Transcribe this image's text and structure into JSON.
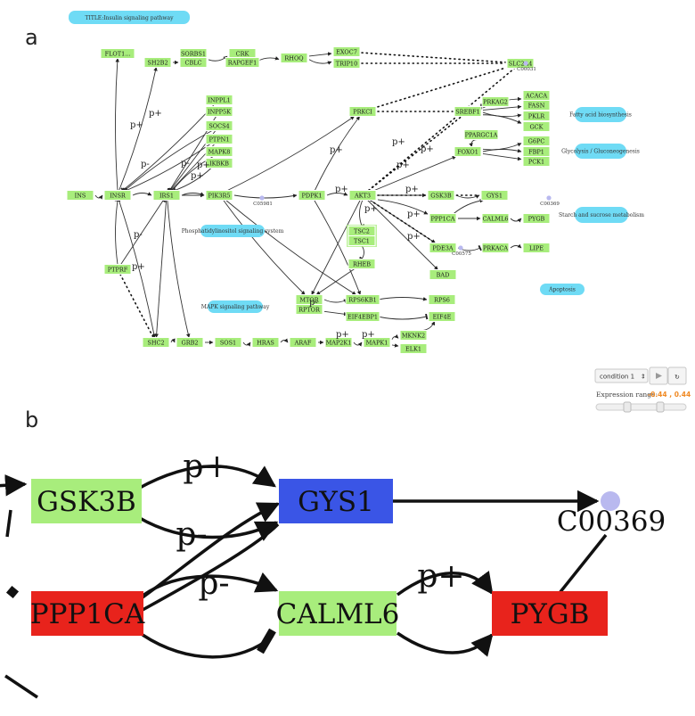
{
  "panel_a": {
    "label": "a",
    "title_pill": "TITLE:Insulin signaling pathway",
    "nodes": [
      {
        "id": "FLOT1",
        "label": "FLOT1..."
      },
      {
        "id": "SH2B2",
        "label": "SH2B2"
      },
      {
        "id": "SORBS1",
        "label": "SORBS1"
      },
      {
        "id": "CBLC",
        "label": "CBLC"
      },
      {
        "id": "CRK",
        "label": "CRK"
      },
      {
        "id": "RAPGEF1",
        "label": "RAPGEF1"
      },
      {
        "id": "RHOQ",
        "label": "RHOQ"
      },
      {
        "id": "EXOC7",
        "label": "EXOC7"
      },
      {
        "id": "TRIP10",
        "label": "TRIP10"
      },
      {
        "id": "SLC2A4",
        "label": "SLC2A4"
      },
      {
        "id": "INPPL1",
        "label": "INPPL1"
      },
      {
        "id": "INPP5K",
        "label": "INPP5K"
      },
      {
        "id": "SOCS4",
        "label": "SOCS4"
      },
      {
        "id": "PTPN1",
        "label": "PTPN1"
      },
      {
        "id": "MAPK8",
        "label": "MAPK8"
      },
      {
        "id": "IKBKB",
        "label": "IKBKB"
      },
      {
        "id": "PRKCI",
        "label": "PRKCI"
      },
      {
        "id": "SREBF1",
        "label": "SREBF1"
      },
      {
        "id": "PRKAG2",
        "label": "PRKAG2"
      },
      {
        "id": "ACACA",
        "label": "ACACA"
      },
      {
        "id": "FASN",
        "label": "FASN"
      },
      {
        "id": "PKLR",
        "label": "PKLR"
      },
      {
        "id": "GCK",
        "label": "GCK"
      },
      {
        "id": "PPARGC1A",
        "label": "PPARGC1A"
      },
      {
        "id": "FOXO1",
        "label": "FOXO1"
      },
      {
        "id": "G6PC",
        "label": "G6PC"
      },
      {
        "id": "FBP1",
        "label": "FBP1"
      },
      {
        "id": "PCK1",
        "label": "PCK1"
      },
      {
        "id": "INS",
        "label": "INS"
      },
      {
        "id": "INSR",
        "label": "INSR"
      },
      {
        "id": "IRS1",
        "label": "IRS1"
      },
      {
        "id": "PIK3R5",
        "label": "PIK3R5"
      },
      {
        "id": "PDPK1",
        "label": "PDPK1"
      },
      {
        "id": "AKT3",
        "label": "AKT3"
      },
      {
        "id": "GSK3B",
        "label": "GSK3B"
      },
      {
        "id": "GYS1",
        "label": "GYS1"
      },
      {
        "id": "PPP1CA",
        "label": "PPP1CA"
      },
      {
        "id": "CALML6",
        "label": "CALML6"
      },
      {
        "id": "PYGB",
        "label": "PYGB"
      },
      {
        "id": "TSC2",
        "label": "TSC2"
      },
      {
        "id": "TSC1",
        "label": "TSC1"
      },
      {
        "id": "PDE3A",
        "label": "PDE3A"
      },
      {
        "id": "PRKACA",
        "label": "PRKACA"
      },
      {
        "id": "LIPE",
        "label": "LIPE"
      },
      {
        "id": "RHEB",
        "label": "RHEB"
      },
      {
        "id": "BAD",
        "label": "BAD"
      },
      {
        "id": "PTPRF",
        "label": "PTPRF"
      },
      {
        "id": "MTOR",
        "label": "MTOR"
      },
      {
        "id": "RPTOR",
        "label": "RPTOR"
      },
      {
        "id": "RPS6KB1",
        "label": "RPS6KB1"
      },
      {
        "id": "RPS6",
        "label": "RPS6"
      },
      {
        "id": "EIF4EBP1",
        "label": "EIF4EBP1"
      },
      {
        "id": "EIF4E",
        "label": "EIF4E"
      },
      {
        "id": "SHC2",
        "label": "SHC2"
      },
      {
        "id": "GRB2",
        "label": "GRB2"
      },
      {
        "id": "SOS1",
        "label": "SOS1"
      },
      {
        "id": "HRAS",
        "label": "HRAS"
      },
      {
        "id": "ARAF",
        "label": "ARAF"
      },
      {
        "id": "MAP2K1",
        "label": "MAP2K1"
      },
      {
        "id": "MAPK1",
        "label": "MAPK1"
      },
      {
        "id": "MKNK2",
        "label": "MKNK2"
      },
      {
        "id": "ELK1",
        "label": "ELK1"
      }
    ],
    "compounds": [
      {
        "id": "C00031",
        "label": "C00031"
      },
      {
        "id": "C05981",
        "label": "C05981"
      },
      {
        "id": "C00369",
        "label": "C00369"
      },
      {
        "id": "C00575",
        "label": "C00575"
      }
    ],
    "pathway_pills": [
      {
        "id": "fatty",
        "label": "Fatty acid biosynthesis"
      },
      {
        "id": "glyco",
        "label": "Glycolysis / Gluconeogenesis"
      },
      {
        "id": "starch",
        "label": "Starch and sucrose metabolism"
      },
      {
        "id": "pi",
        "label": "Phosphatidylinositol signaling system"
      },
      {
        "id": "mapk",
        "label": "MAPK signaling pathway"
      },
      {
        "id": "apop",
        "label": "Apoptosis"
      }
    ],
    "edge_labels": [
      "p+",
      "p+",
      "p-",
      "p+",
      "p+",
      "p-",
      "p-",
      "p+",
      "p+",
      "p+",
      "p+",
      "p+",
      "p+",
      "p+",
      "p+",
      "p+",
      "p-",
      "p+",
      "p+",
      "p+"
    ]
  },
  "panel_b": {
    "label": "b",
    "nodes": [
      {
        "id": "GSK3B",
        "label": "GSK3B",
        "color": "#a8ed7c"
      },
      {
        "id": "GYS1",
        "label": "GYS1",
        "color": "#3a55e6"
      },
      {
        "id": "PPP1CA",
        "label": "PPP1CA",
        "color": "#e8231c"
      },
      {
        "id": "CALML6",
        "label": "CALML6",
        "color": "#a8ed7c"
      },
      {
        "id": "PYGB",
        "label": "PYGB",
        "color": "#e8231c"
      }
    ],
    "compound": "C00369",
    "edge_labels": {
      "gsk_gys_top": "p+",
      "gsk_gys_bottom": "p-",
      "ppp_calml": "p-",
      "calml_pygb": "p+"
    }
  },
  "controls": {
    "condition_select": "condition 1",
    "play_icon": "play-icon",
    "refresh_icon": "refresh-icon",
    "range_label": "Expression range:",
    "range_value": "-0.44 , 0.44",
    "colors": {
      "up": "#e8231c",
      "down": "#3a55e6",
      "neutral": "#a8ed7c",
      "accent": "#f08a24"
    }
  }
}
